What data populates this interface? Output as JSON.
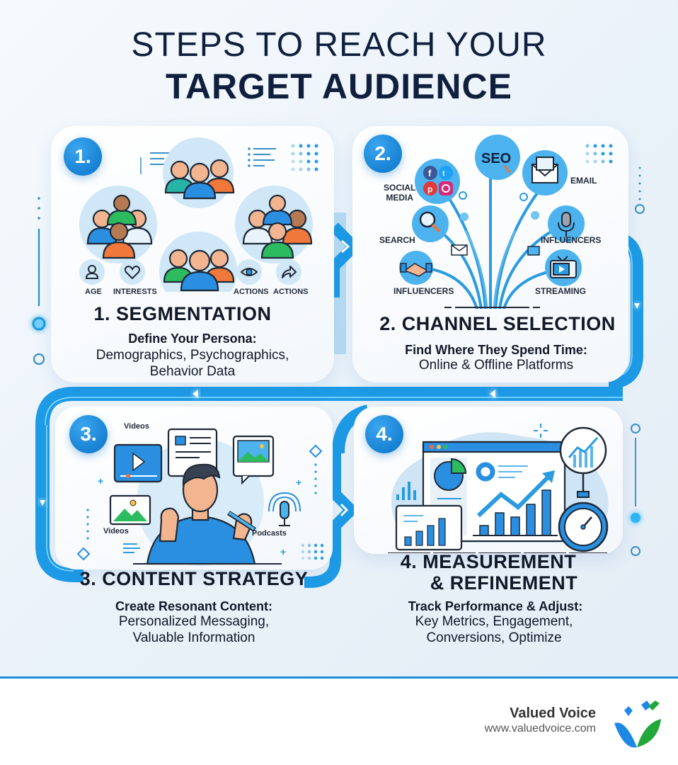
{
  "title": {
    "line1": "STEPS TO REACH YOUR",
    "line2": "TARGET AUDIENCE"
  },
  "colors": {
    "accent": "#1a8ed6",
    "navy": "#0f1f3d",
    "connector": "#1e9be6"
  },
  "steps": [
    {
      "badge": "1.",
      "title": "1. SEGMENTATION",
      "subtitle": "Define Your Persona:",
      "desc_line1": "Demographics, Psychographics,",
      "desc_line2": "Behavior Data",
      "labels": [
        "AGE",
        "INTERESTS",
        "ACTIONS",
        "ACTIONS"
      ],
      "icons": [
        "person-icon",
        "heart-icon",
        "eye-icon",
        "share-arrow-icon"
      ]
    },
    {
      "badge": "2.",
      "title": "2. CHANNEL SELECTION",
      "subtitle": "Find Where They Spend Time:",
      "desc_line1": "Online & Offline Platforms",
      "seo_label": "SEO",
      "labels": {
        "social_media_1": "SOCIAL",
        "social_media_2": "MEDIA",
        "email": "EMAIL",
        "search": "SEARCH",
        "influencers_right": "INFLUENCERS",
        "influencers_left": "INFLUENCERS",
        "streaming": "STREAMING"
      }
    },
    {
      "badge": "3.",
      "title": "3. CONTENT STRATEGY",
      "subtitle": "Create Resonant Content:",
      "desc_line1": "Personalized Messaging,",
      "desc_line2": "Valuable Information",
      "labels": {
        "videos_top": "Videos",
        "videos_bottom": "Videos",
        "podcasts": "Podcasts"
      }
    },
    {
      "badge": "4.",
      "title_line1": "4. MEASUREMENT",
      "title_line2": "& REFINEMENT",
      "subtitle": "Track Performance & Adjust:",
      "desc_line1": "Key Metrics, Engagement,",
      "desc_line2": "Conversions, Optimize"
    }
  ],
  "footer": {
    "brand": "Valued Voice",
    "url": "www.valuedvoice.com"
  }
}
